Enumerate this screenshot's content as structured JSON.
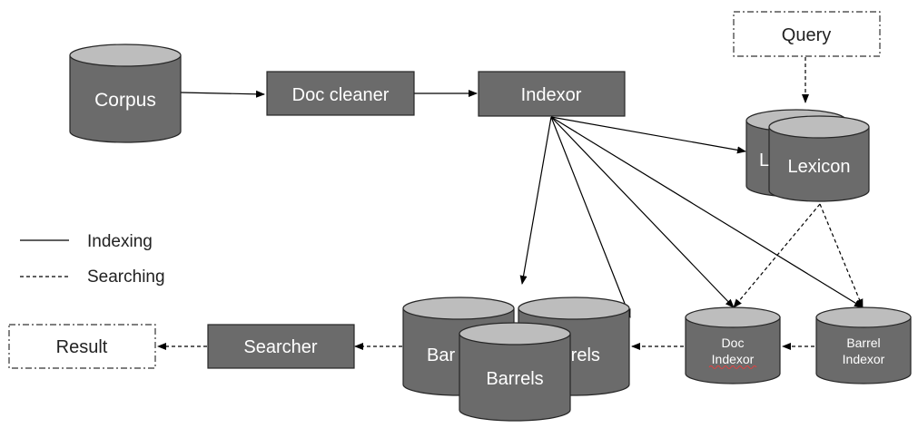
{
  "nodes": {
    "corpus": "Corpus",
    "doc_cleaner": "Doc cleaner",
    "indexor": "Indexor",
    "query": "Query",
    "lexicon_back": "L",
    "lexicon": "Lexicon",
    "barrels_back_left": "Bar",
    "barrels_back_right": "rrels",
    "barrels": "Barrels",
    "doc_indexor_line1": "Doc",
    "doc_indexor_line2": "Indexor",
    "barrel_indexor_line1": "Barrel",
    "barrel_indexor_line2": "Indexor",
    "searcher": "Searcher",
    "result": "Result"
  },
  "legend": {
    "indexing": "Indexing",
    "searching": "Searching"
  },
  "colors": {
    "node_fill": "#6b6b6b",
    "cylinder_top": "#bdbdbd",
    "outline": "#262626"
  }
}
